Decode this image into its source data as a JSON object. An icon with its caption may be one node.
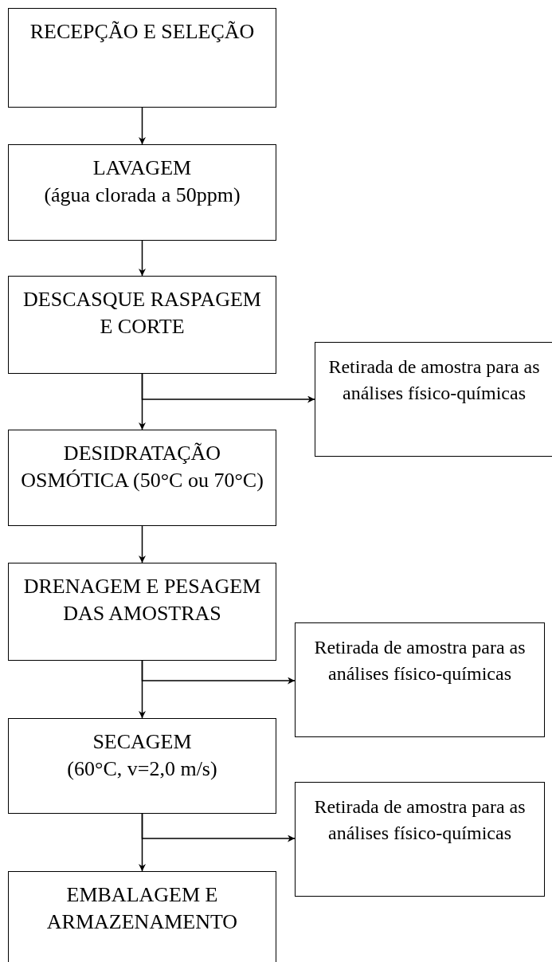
{
  "diagram": {
    "nodes": [
      {
        "text": [
          "RECEPÇÃO E SELEÇÃO"
        ]
      },
      {
        "text": [
          "LAVAGEM",
          "(água clorada a 50ppm)"
        ]
      },
      {
        "text": [
          "DESCASQUE RASPAGEM E CORTE"
        ]
      },
      {
        "text": [
          "Retirada de amostra para as análises físico-químicas"
        ]
      },
      {
        "text": [
          "DESIDRATAÇÃO OSMÓTICA (50°C ou 70°C)"
        ]
      },
      {
        "text": [
          "DRENAGEM E PESAGEM DAS AMOSTRAS"
        ]
      },
      {
        "text": [
          "Retirada de amostra para as análises físico-químicas"
        ]
      },
      {
        "text": [
          "SECAGEM",
          "(60°C, v=2,0 m/s)"
        ]
      },
      {
        "text": [
          "Retirada de amostra para as análises físico-químicas"
        ]
      },
      {
        "text": [
          "EMBALAGEM E ARMAZENAMENTO"
        ]
      }
    ],
    "edges": [
      {
        "from": 0,
        "to": 1,
        "arrow": "to"
      },
      {
        "from": 1,
        "to": 2,
        "arrow": "to"
      },
      {
        "from": 2,
        "to": 3,
        "arrow": "to"
      },
      {
        "from": 2,
        "to": 4,
        "arrow": "to"
      },
      {
        "from": 4,
        "to": 5,
        "arrow": "to"
      },
      {
        "from": 5,
        "to": 6,
        "arrow": "to"
      },
      {
        "from": 5,
        "to": 7,
        "arrow": "to"
      },
      {
        "from": 7,
        "to": 8,
        "arrow": "to"
      },
      {
        "from": 7,
        "to": 9,
        "arrow": "to"
      }
    ]
  }
}
